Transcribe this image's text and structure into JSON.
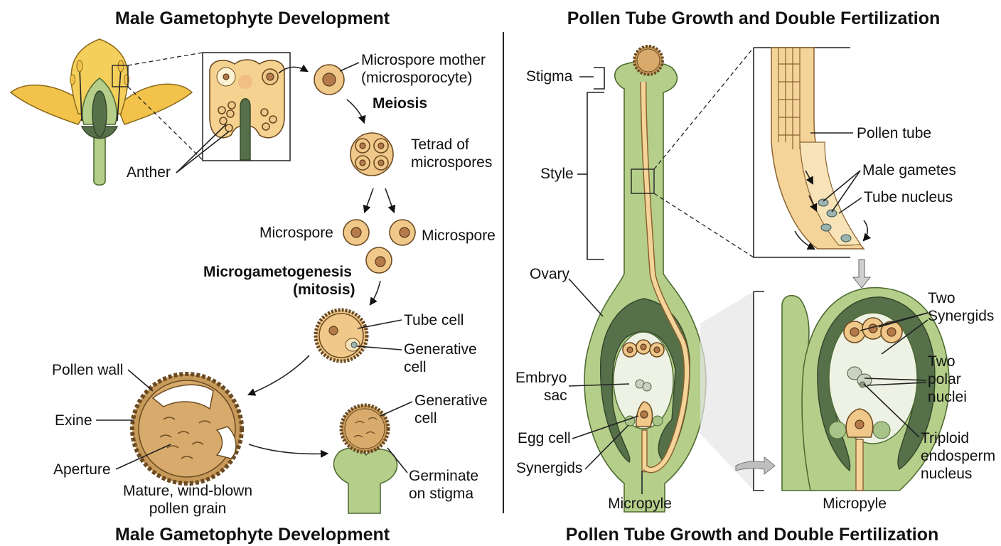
{
  "colors": {
    "pollen": "#f0c98a",
    "nucleus": "#b47a4a",
    "plant_tissue": "#b5cf8a",
    "plant_dark": "#56704a",
    "petal": "#f2c24a",
    "tube": "#f5d49a"
  },
  "left_panel": {
    "title_top": "Male Gametophyte Development",
    "title_bottom": "Male Gametophyte Development",
    "labels": {
      "anther": "Anther",
      "mother_1": "Microspore mother",
      "mother_2": "(microsporocyte)",
      "meiosis": "Meiosis",
      "tetrad_1": "Tetrad of",
      "tetrad_2": "microspores",
      "microspore_left": "Microspore",
      "microspore_right": "Microspore",
      "microgam_1": "Microgametogenesis",
      "microgam_2": "(mitosis)",
      "tube_cell": "Tube cell",
      "generative_1": "Generative",
      "generative_2": "cell",
      "pollen_wall": "Pollen wall",
      "exine": "Exine",
      "aperture": "Aperture",
      "mature_1": "Mature, wind-blown",
      "mature_2": "pollen grain",
      "gen2_1": "Generative",
      "gen2_2": "cell",
      "germinate_1": "Germinate",
      "germinate_2": "on stigma"
    }
  },
  "right_panel": {
    "title_top": "Pollen Tube Growth and Double Fertilization",
    "title_bottom": "Pollen Tube Growth and Double Fertilization",
    "labels": {
      "stigma": "Stigma",
      "style": "Style",
      "ovary": "Ovary",
      "embryo_1": "Embryo",
      "embryo_2": "sac",
      "egg_cell": "Egg cell",
      "synergids": "Synergids",
      "micropyle": "Micropyle",
      "pollen_tube": "Pollen tube",
      "male_gametes": "Male gametes",
      "tube_nucleus": "Tube nucleus",
      "two_syn_1": "Two",
      "two_syn_2": "Synergids",
      "polar_1": "Two",
      "polar_2": "polar",
      "polar_3": "nuclei",
      "trip_1": "Triploid",
      "trip_2": "endosperm",
      "trip_3": "nucleus",
      "micropyle_2": "Micropyle"
    }
  }
}
